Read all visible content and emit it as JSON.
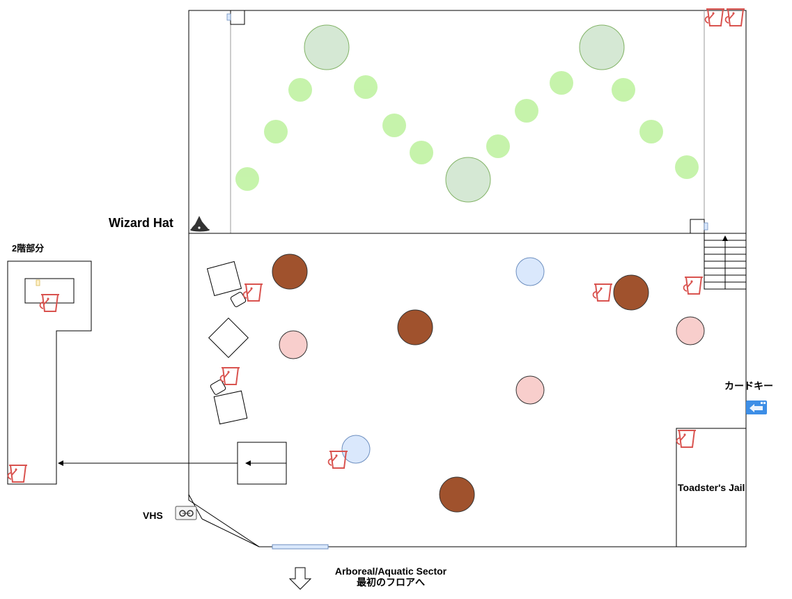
{
  "labels": {
    "wizard_hat": "Wizard Hat",
    "second_floor": "2階部分",
    "card_key": "カードキー",
    "toadster_jail": "Toadster's Jail",
    "vhs": "VHS",
    "exit_line1": "Arboreal/Aquatic Sector",
    "exit_line2": "最初のフロアへ"
  },
  "icons": {
    "bucket": "bucket-icon",
    "wizard_hat": "wizard-hat-icon",
    "vhs": "vhs-tape-icon",
    "card_key": "card-key-icon",
    "exit_arrow": "down-arrow-icon"
  },
  "colors": {
    "wall": "#000000",
    "bucket": "#d9534f",
    "tree_large_fill": "#d5e8d4",
    "tree_large_stroke": "#82b366",
    "bush": "#b3f08f",
    "brown_table": "#a0522d",
    "pink_table": "#f8cecc",
    "blue_table": "#dae8fc",
    "window": "#dae8fc",
    "card_key": "#3d8ee6",
    "hat": "#333333"
  }
}
